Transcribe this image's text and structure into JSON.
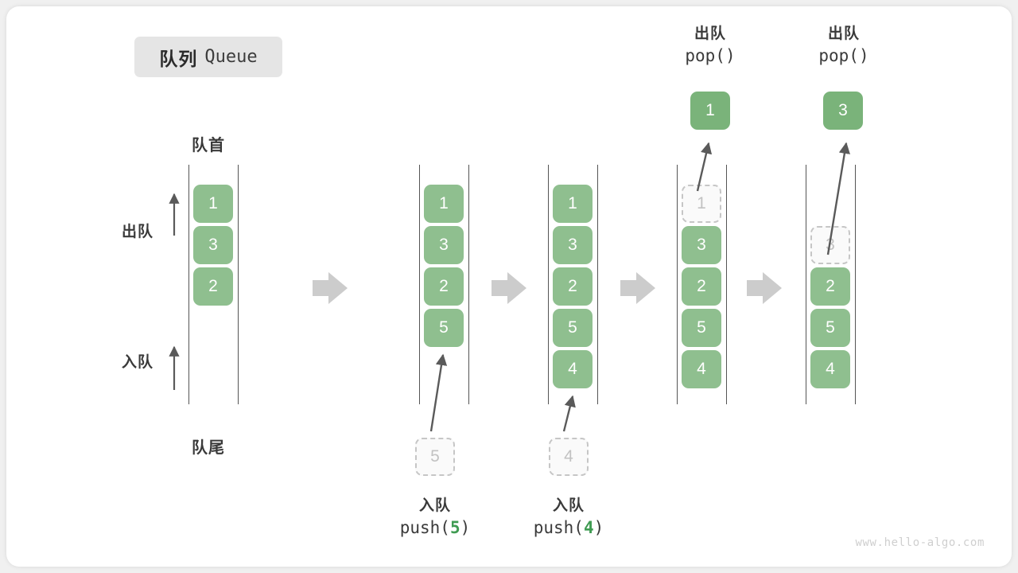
{
  "title": {
    "cn": "队列",
    "en": "Queue"
  },
  "labels": {
    "head": "队首",
    "tail": "队尾",
    "dequeue": "出队",
    "enqueue": "入队"
  },
  "watermark": "www.hello-algo.com",
  "colors": {
    "cell_fill": "#8fbf8f",
    "cell_text": "#ffffff",
    "ghost_border": "#c6c6c6",
    "ghost_text": "#c2c2c2",
    "arrow": "#5a5a5a",
    "transition_arrow": "#cccccc",
    "accent_code": "#3f9b52",
    "badge_bg": "#e5e5e5",
    "canvas": "#ffffff",
    "page_bg": "#f0f0f0"
  },
  "columns": [
    {
      "id": "initial",
      "cells": [
        "1",
        "3",
        "2"
      ],
      "ghost": null,
      "popped": null,
      "caption": null
    },
    {
      "id": "after-push-5",
      "cells": [
        "1",
        "3",
        "2",
        "5"
      ],
      "ghost": "5",
      "popped": null,
      "caption": {
        "cn": "入队",
        "fn": "push(",
        "arg": "5",
        "fn_end": ")"
      }
    },
    {
      "id": "after-push-4",
      "cells": [
        "1",
        "3",
        "2",
        "5",
        "4"
      ],
      "ghost": "4",
      "popped": null,
      "caption": {
        "cn": "入队",
        "fn": "push(",
        "arg": "4",
        "fn_end": ")"
      }
    },
    {
      "id": "after-pop-1",
      "cells": [
        "3",
        "2",
        "5",
        "4"
      ],
      "ghost": "1",
      "popped": "1",
      "caption": {
        "cn": "出队",
        "fn": "pop(",
        "arg": "",
        "fn_end": ")"
      }
    },
    {
      "id": "after-pop-3",
      "cells": [
        "2",
        "5",
        "4"
      ],
      "ghost": "3",
      "popped": "3",
      "caption": {
        "cn": "出队",
        "fn": "pop(",
        "arg": "",
        "fn_end": ")"
      }
    }
  ]
}
